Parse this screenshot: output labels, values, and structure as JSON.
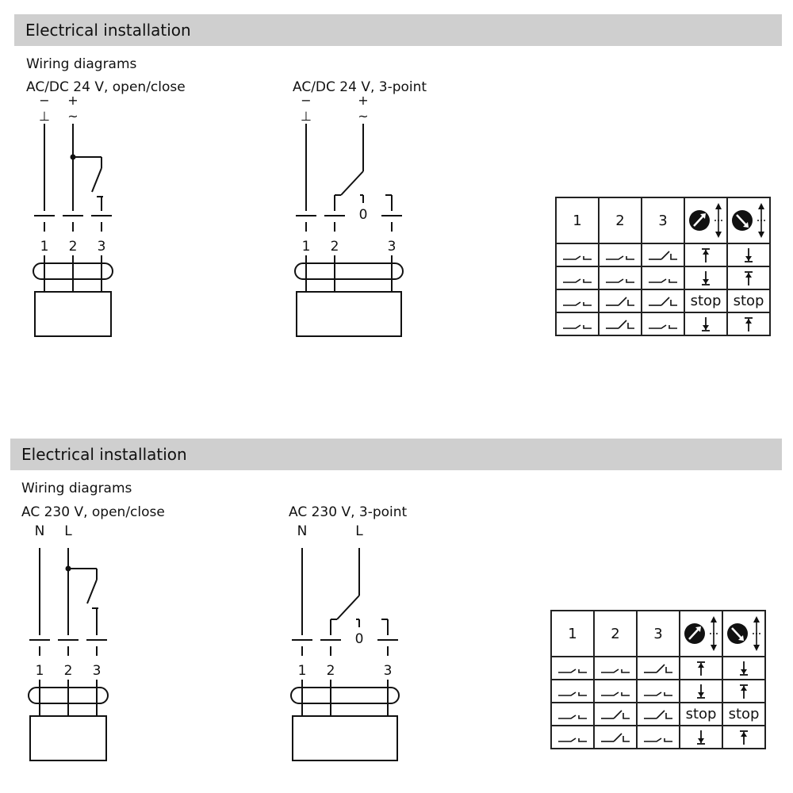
{
  "sections": [
    {
      "title": "Electrical installation",
      "subtitle": "Wiring diagrams",
      "diagram_left": {
        "caption": "AC/DC 24 V, open/close",
        "top_labels": [
          "−\n⊥",
          "+\n~"
        ],
        "terminals": [
          "1",
          "2",
          "3"
        ]
      },
      "diagram_right": {
        "caption": "AC/DC 24 V, 3-point",
        "top_labels": [
          "−\n⊥",
          "+\n~"
        ],
        "center_label": "0",
        "terminals": [
          "1",
          "2",
          "3"
        ]
      },
      "table": {
        "headers": [
          "1",
          "2",
          "3"
        ],
        "rows": [
          {
            "switches": [
              "open",
              "open",
              "closed"
            ],
            "dir_a": "up",
            "dir_b": "down"
          },
          {
            "switches": [
              "open",
              "open",
              "open"
            ],
            "dir_a": "down",
            "dir_b": "up"
          },
          {
            "switches": [
              "open",
              "closed",
              "closed"
            ],
            "dir_a": "stop",
            "dir_b": "stop"
          },
          {
            "switches": [
              "open",
              "closed",
              "open"
            ],
            "dir_a": "down",
            "dir_b": "up"
          }
        ],
        "stop_label": "stop"
      }
    },
    {
      "title": "Electrical installation",
      "subtitle": "Wiring diagrams",
      "diagram_left": {
        "caption": "AC 230 V, open/close",
        "top_labels": [
          "N",
          "L"
        ],
        "terminals": [
          "1",
          "2",
          "3"
        ]
      },
      "diagram_right": {
        "caption": "AC 230 V, 3-point",
        "top_labels": [
          "N",
          "L"
        ],
        "center_label": "0",
        "terminals": [
          "1",
          "2",
          "3"
        ]
      },
      "table": {
        "headers": [
          "1",
          "2",
          "3"
        ],
        "rows": [
          {
            "switches": [
              "open",
              "open",
              "closed"
            ],
            "dir_a": "up",
            "dir_b": "down"
          },
          {
            "switches": [
              "open",
              "open",
              "open"
            ],
            "dir_a": "down",
            "dir_b": "up"
          },
          {
            "switches": [
              "open",
              "closed",
              "closed"
            ],
            "dir_a": "stop",
            "dir_b": "stop"
          },
          {
            "switches": [
              "open",
              "closed",
              "open"
            ],
            "dir_a": "down",
            "dir_b": "up"
          }
        ],
        "stop_label": "stop"
      }
    }
  ]
}
